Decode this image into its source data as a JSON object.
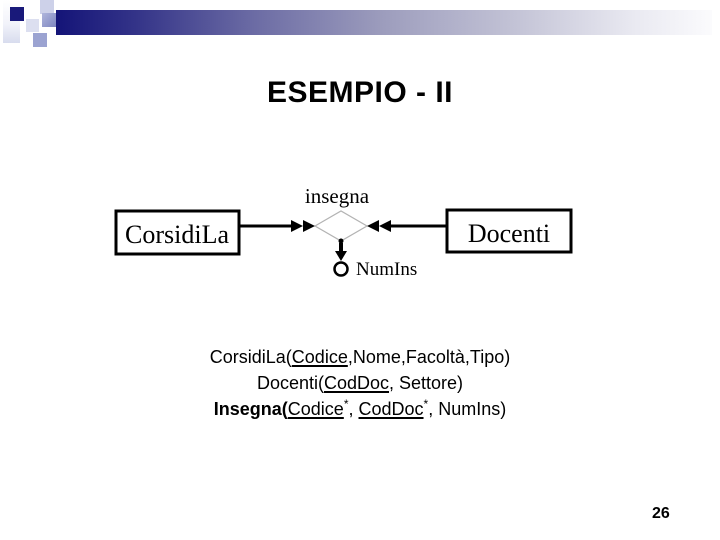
{
  "slide": {
    "title": "ESEMPIO - II",
    "page_number": "26"
  },
  "diagram": {
    "entity_left": "CorsidiLa",
    "entity_right": "Docenti",
    "relationship": "insegna",
    "attribute": "NumIns"
  },
  "schema": {
    "line1": {
      "prefix": "CorsidiLa(",
      "key": "Codice",
      "suffix": ",Nome,Facoltà,Tipo)"
    },
    "line2": {
      "prefix": "Docenti(",
      "key": "CodDoc",
      "suffix": ", Settore)"
    },
    "line3": {
      "prefix": "Insegna(",
      "key1": "Codice",
      "star1": "*",
      "sep": ", ",
      "key2": "CodDoc",
      "star2": "*",
      "suffix": ", NumIns)"
    }
  },
  "colors": {
    "accent_navy": "#19197a",
    "diamond_stroke": "#b3b3b3",
    "text": "#000000",
    "background": "#ffffff"
  }
}
